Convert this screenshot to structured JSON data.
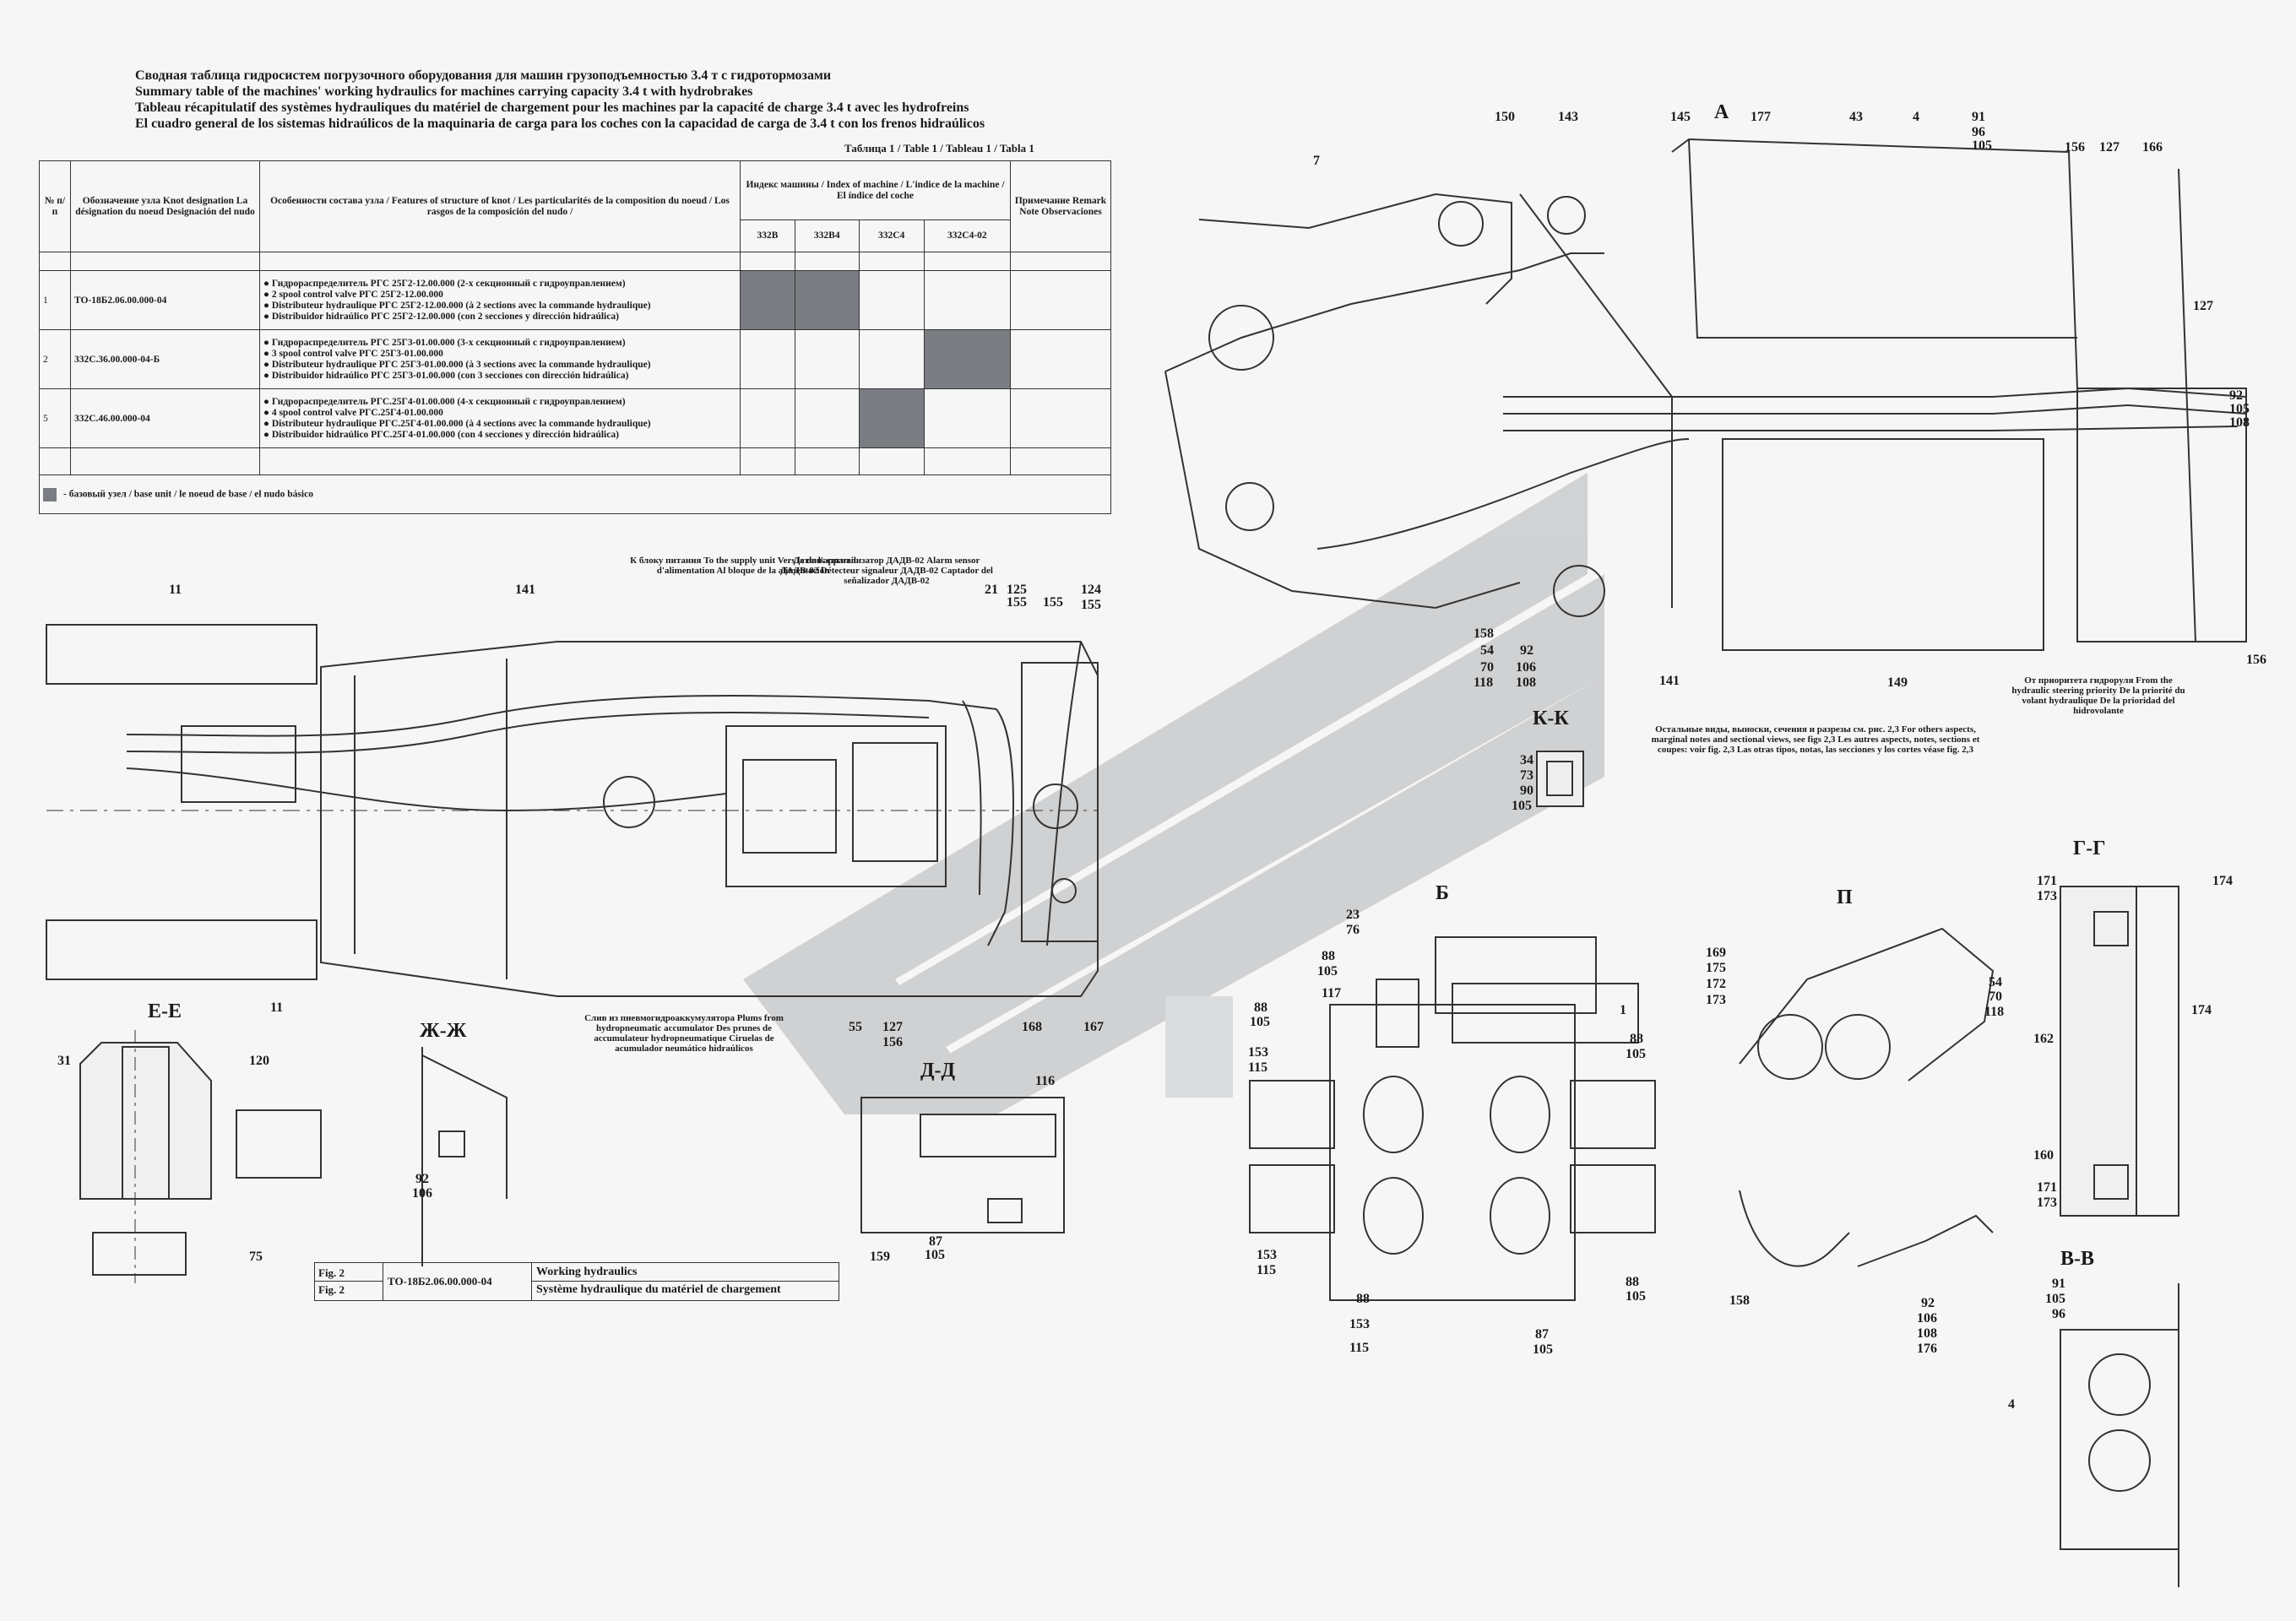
{
  "header": {
    "lines": [
      "Сводная таблица гидросистем погрузочного оборудования для машин грузоподъемностью 3.4 т с гидротормозами",
      "Summary table of the machines' working hydraulics for machines carrying capacity 3.4 t with hydrobrakes",
      "Tableau récapitulatif des systèmes hydrauliques du matériel de chargement pour les machines par la capacité de charge 3.4 t avec les hydrofreins",
      "El cuadro general de los sistemas hidraúlicos de la maquinaria de carga para los coches con la capacidad de carga de 3.4 t con los frenos hidraúlicos"
    ],
    "table_caption": "Таблица 1 / Table 1 / Tableau 1 / Tabla 1"
  },
  "table": {
    "col_no": "№ п/п",
    "col_knot": "Обозначение узла Knot designation La désignation du noeud Designación del nudo",
    "col_feat": "Особенности состава узла / Features of structure of knot / Les particularités de la composition du noeud / Los rasgos de la composición del nudo /",
    "col_index": "Индекс машины / Index of machine / L'indice de la machine / El índice del coche",
    "col_note": "Примечание Remark Note Observaciones",
    "machines": [
      "332В",
      "332В4",
      "332С4",
      "332С4-02"
    ],
    "rows": [
      {
        "no": "1",
        "knot": "ТО-18Б2.06.00.000-04",
        "f1": "● Гидрораспределитель РГС 25Г2-12.00.000 (2-х секционный с гидроуправлением)",
        "f2": "● 2 spool control valve РГС 25Г2-12.00.000",
        "f3": "● Distributeur hydraulique РГС 25Г2-12.00.000 (à 2 sections avec la commande hydraulique)",
        "f4": "● Distribuidor hidraúlico РГС 25Г2-12.00.000 (con 2 secciones y dirección hidraúlica)"
      },
      {
        "no": "2",
        "knot": "332С.36.00.000-04-Б",
        "f1": "● Гидрораспределитель РГС 25Г3-01.00.000 (3-х секционный с гидроуправлением)",
        "f2": "● 3 spool control valve РГС 25Г3-01.00.000",
        "f3": "● Distributeur hydraulique РГС 25Г3-01.00.000 (à 3 sections avec la commande hydraulique)",
        "f4": "● Distribuidor hidraúlico РГС 25Г3-01.00.000 (con 3 secciones con dirección hidraúlica)"
      },
      {
        "no": "5",
        "knot": "332С.46.00.000-04",
        "f1": "● Гидрораспределитель РГС.25Г4-01.00.000 (4-х секционный с гидроуправлением)",
        "f2": "● 4 spool control valve РГС.25Г4-01.00.000",
        "f3": "● Distributeur hydraulique РГС.25Г4-01.00.000 (à 4 sections avec la commande hydraulique)",
        "f4": "● Distribuidor hidraúlico РГС.25Г4-01.00.000 (con 4 secciones y dirección hidraúlica)"
      }
    ],
    "legend": "- базовый узел / base unit / le noeud de base / el nudo básico"
  },
  "annotations": {
    "supply": "К блоку питания To the supply unit Vers le de l'appareil d'alimentation Al bloque de la alimentación",
    "sensor": "Датчик сигнализатор ДАДВ-02 Alarm sensor ДАДВ-02 Détecteur signaleur ДАДВ-02 Captador del señalizador ДАДВ-02",
    "accum": "Слив из пневмогидроаккумулятора Plums from hydropneumatic accumulator Des prunes de accumulateur hydropneumatique Ciruelas de acumulador neumático hidraúlicos",
    "steering": "От приоритета гидроруля From the hydraulic steering priority De la priorité du volant hydraulique De la prioridad del hidrovolante",
    "others": "Остальные виды, выноски, сечения и разрезы см. рис. 2,3 For others aspects, marginal notes and sectional views, see figs 2,3 Les autres aspects, notes, sections et coupes: voir fig. 2,3 Las otras tipos, notas, las secciones y los cortes véase fig. 2,3"
  },
  "sections": {
    "ee": "Е-Е",
    "zhzh": "Ж-Ж",
    "dd": "Д-Д",
    "kk": "К-К",
    "b": "Б",
    "p": "П",
    "gg": "Г-Г",
    "vv": "В-В",
    "view_a": "А"
  },
  "stamp": {
    "fig1": "Fig. 2",
    "fig2": "Fig. 2",
    "code": "ТО-18Б2.06.00.000-04",
    "title1": "Working hydraulics",
    "title2": "Système hydraulique du matériel de chargement"
  },
  "callouts": [
    "11",
    "141",
    "11",
    "21",
    "155",
    "125",
    "155",
    "124",
    "155",
    "55",
    "127",
    "156",
    "168",
    "167",
    "31",
    "120",
    "75",
    "92",
    "106",
    "116",
    "159",
    "87",
    "105",
    "7",
    "150",
    "143",
    "145",
    "177",
    "43",
    "4",
    "91",
    "96",
    "105",
    "156",
    "127",
    "166",
    "127",
    "92",
    "105",
    "108",
    "158",
    "54",
    "70",
    "118",
    "92",
    "106",
    "108",
    "141",
    "149",
    "156",
    "34",
    "73",
    "90",
    "105",
    "23",
    "76",
    "88",
    "105",
    "117",
    "88",
    "105",
    "153",
    "115",
    "1",
    "88",
    "105",
    "153",
    "115",
    "88",
    "153",
    "115",
    "87",
    "105",
    "88",
    "105",
    "169",
    "175",
    "172",
    "173",
    "54",
    "70",
    "118",
    "158",
    "92",
    "106",
    "108",
    "176",
    "171",
    "173",
    "174",
    "174",
    "162",
    "160",
    "171",
    "173",
    "91",
    "105",
    "96",
    "4"
  ],
  "colors": {
    "mark": "#7a7d82",
    "watermark": "#c7c9cb",
    "line": "#333333"
  }
}
